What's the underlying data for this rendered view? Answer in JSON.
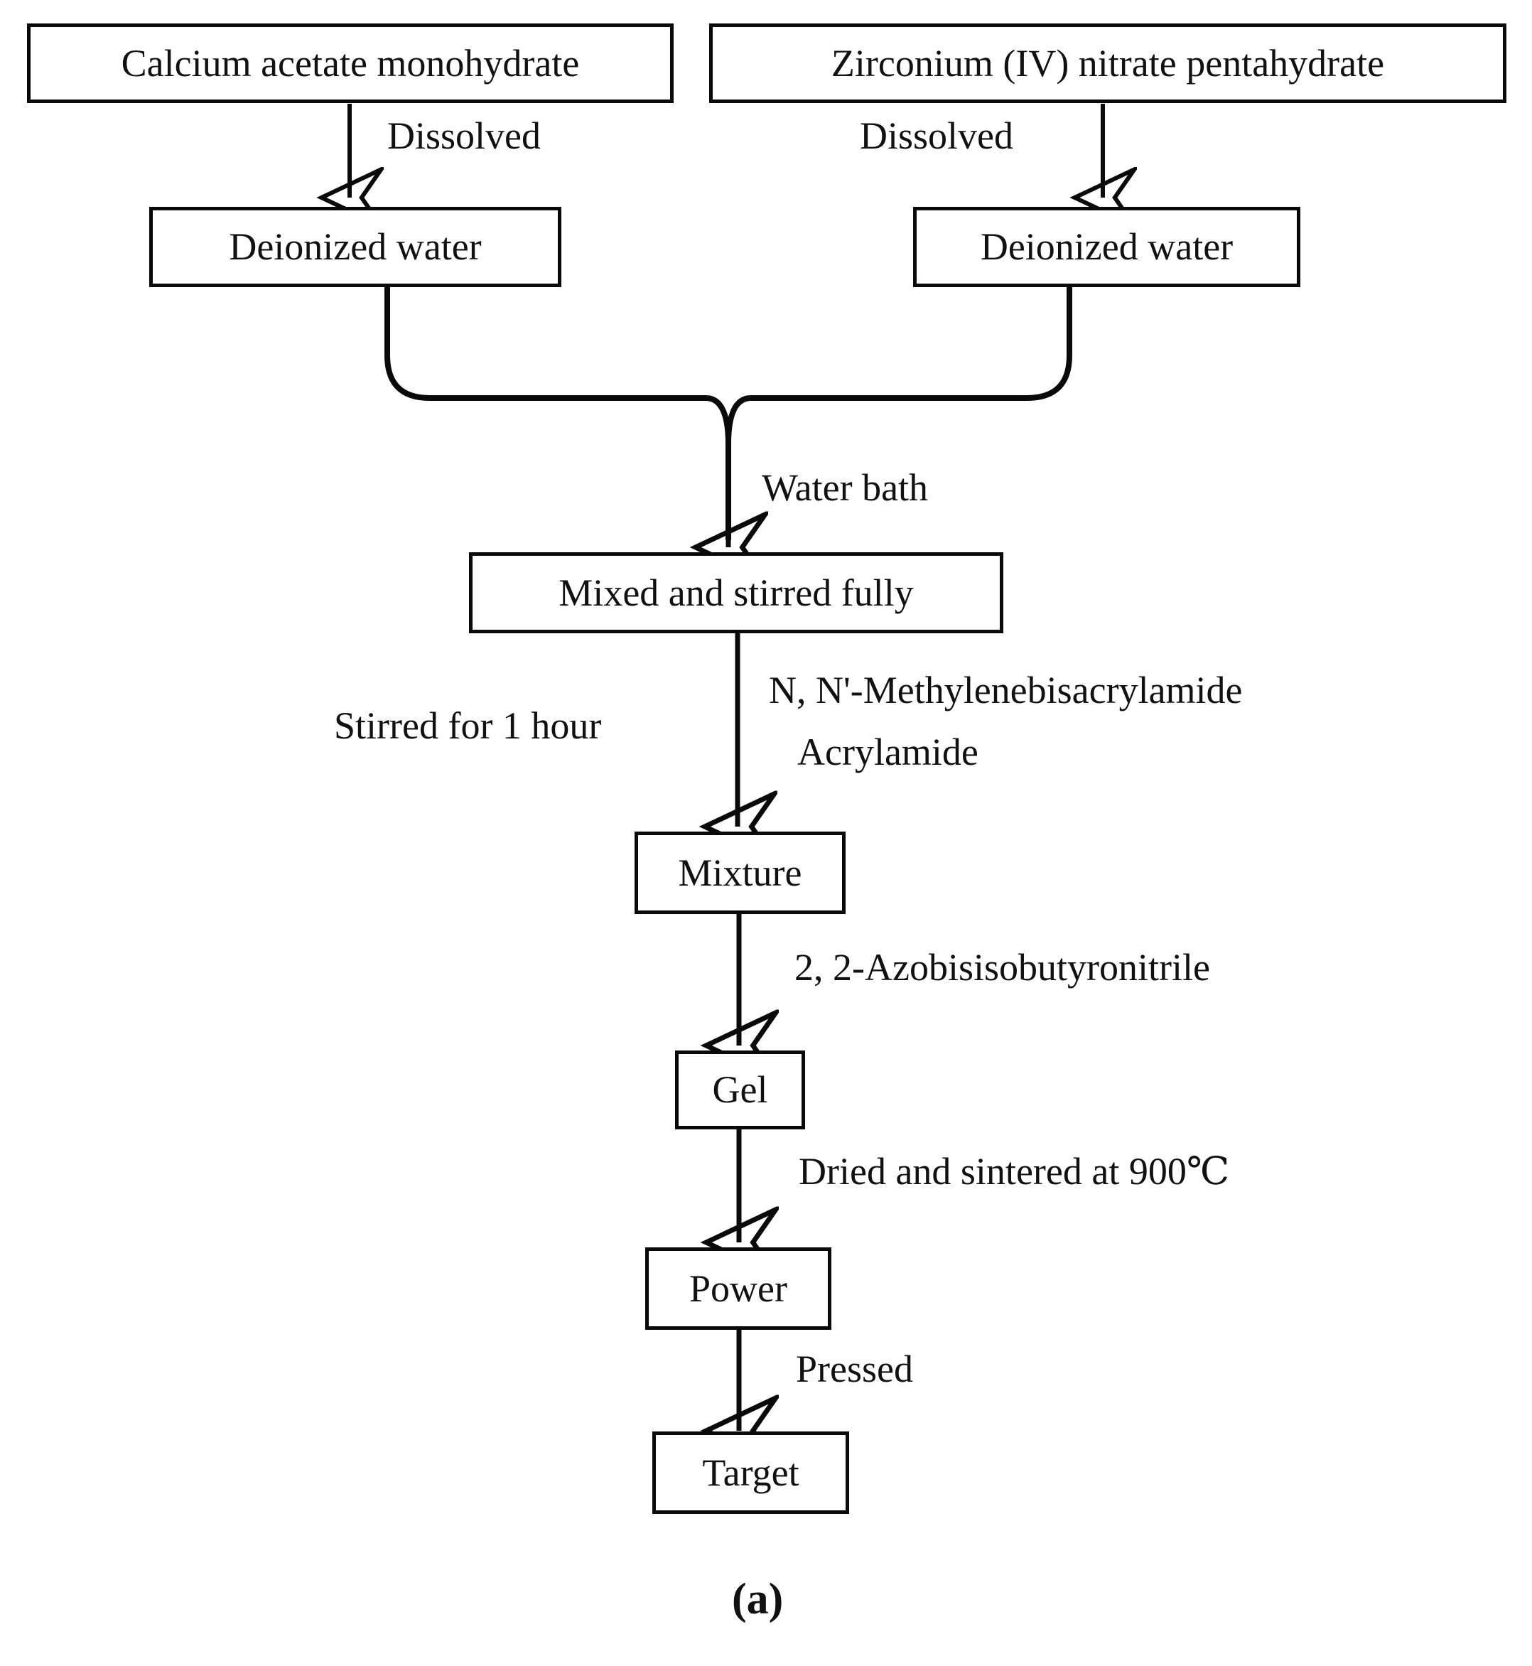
{
  "figure": {
    "caption": "(a)",
    "type": "process-flowchart"
  },
  "nodes": {
    "calcium_acetate": "Calcium acetate monohydrate",
    "zirconium_nitrate": "Zirconium (IV) nitrate pentahydrate",
    "deionized_water_left": "Deionized water",
    "deionized_water_right": "Deionized water",
    "mixed_stirred": "Mixed and stirred fully",
    "mixture": "Mixture",
    "gel": "Gel",
    "power": "Power",
    "target": "Target"
  },
  "edge_labels": {
    "dissolved_left": "Dissolved",
    "dissolved_right": "Dissolved",
    "water_bath": "Water bath",
    "stirred_for_1_hour": "Stirred for 1 hour",
    "additive_line1": "N, N'-Methylenebisacrylamide",
    "additive_line2": "Acrylamide",
    "initiator": "2, 2-Azobisisobutyronitrile",
    "dried_sintered": "Dried and sintered at 900℃",
    "pressed": "Pressed"
  },
  "colors": {
    "stroke": "#0a0a0a",
    "text": "#111111",
    "background": "#ffffff"
  }
}
